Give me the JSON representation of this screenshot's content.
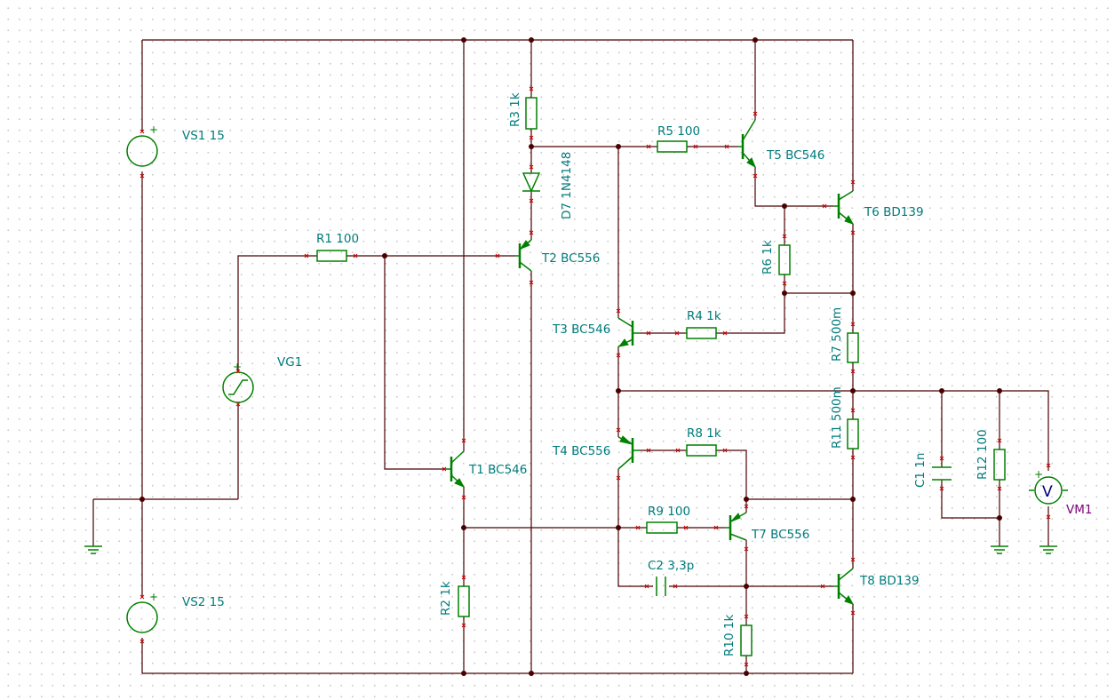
{
  "labels": {
    "vs1": "VS1 15",
    "vs2": "VS2 15",
    "vg1": "VG1",
    "vm1": "VM1",
    "r1": "R1 100",
    "r2": "R2 1k",
    "r3": "R3 1k",
    "r4": "R4 1k",
    "r5": "R5 100",
    "r6": "R6 1k",
    "r7": "R7 500m",
    "r8": "R8 1k",
    "r9": "R9 100",
    "r10": "R10 1k",
    "r11": "R11 500m",
    "r12": "R12 100",
    "c1": "C1 1n",
    "c2": "C2 3,3p",
    "d7": "D7 1N4148",
    "t1": "T1 BC546",
    "t2": "T2 BC556",
    "t3": "T3 BC546",
    "t4": "T4 BC556",
    "t5": "T5 BC546",
    "t6": "T6 BD139",
    "t7": "T7 BC556",
    "t8": "T8 BD139"
  },
  "symbols": {
    "plus": "+",
    "voltmeter": "V"
  },
  "colors": {
    "wire": "#4a0000",
    "component": "#008000",
    "label": "#007b7b",
    "meter_label": "#7a007a",
    "grid_dot": "#c8c8c8"
  }
}
